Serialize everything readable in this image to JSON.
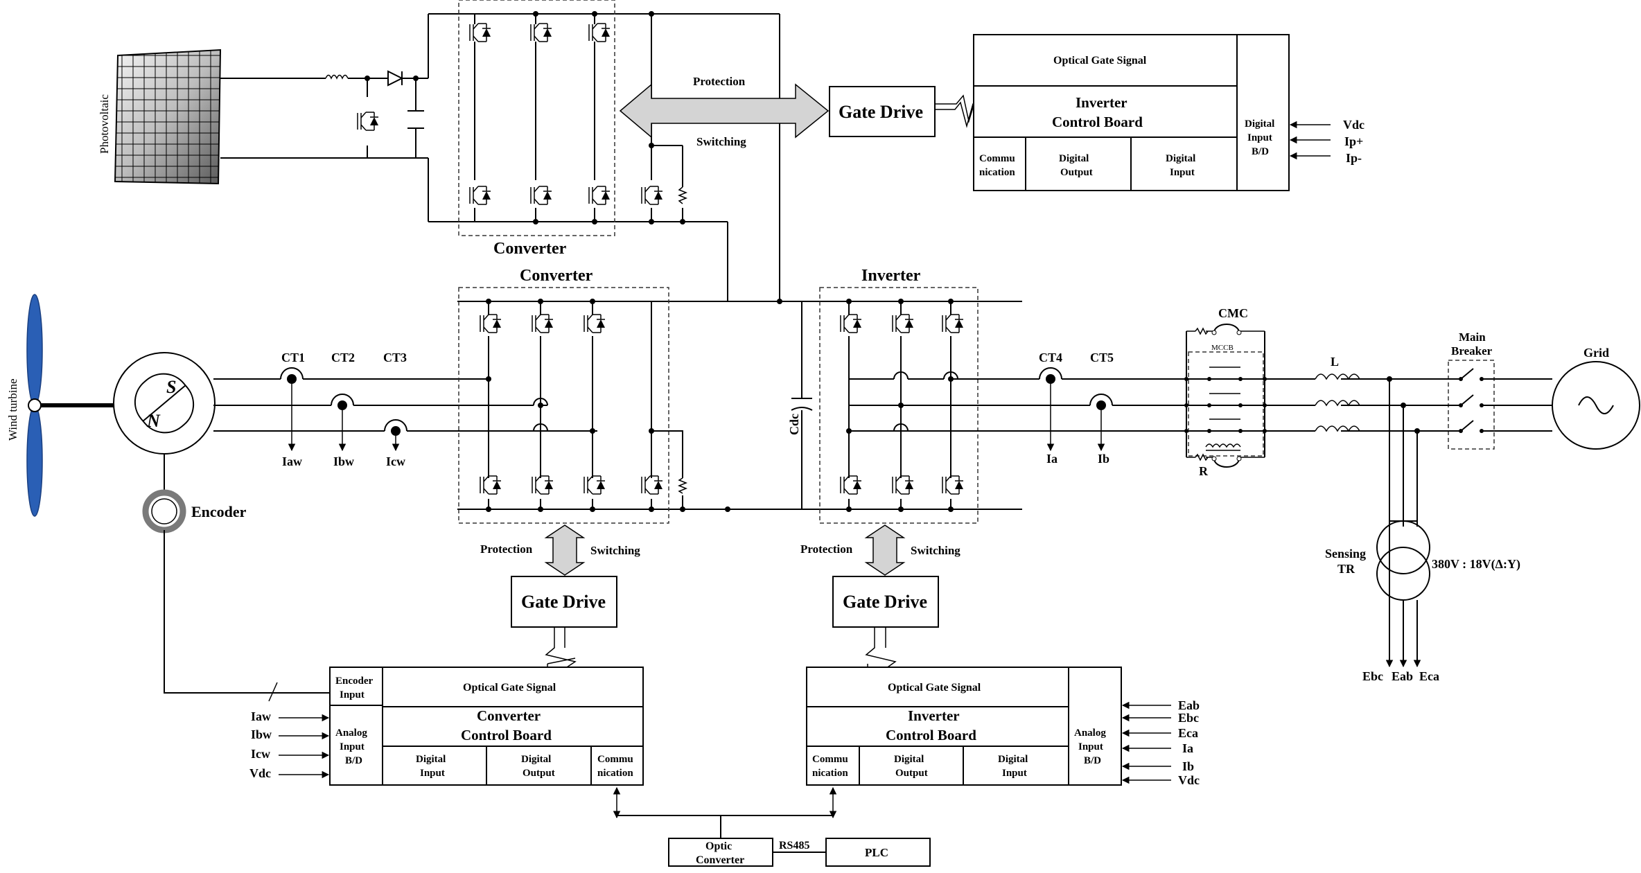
{
  "labels": {
    "photovoltaic": "Photovoltaic",
    "wind_turbine": "Wind turbine",
    "encoder": "Encoder",
    "pole_s": "S",
    "pole_n": "N",
    "pv_converter": "Converter",
    "wind_converter": "Converter",
    "inverter": "Inverter",
    "cdc": "Cdc",
    "grid": "Grid",
    "cmc": "CMC",
    "mccb": "MCCB",
    "r": "R",
    "l": "L",
    "main_breaker_line1": "Main",
    "main_breaker_line2": "Breaker",
    "sensing_tr_line1": "Sensing",
    "sensing_tr_line2": "TR",
    "tr_ratio": "380V : 18V(Δ:Y)",
    "protection": "Protection",
    "switching": "Switching",
    "gate_drive": "Gate Drive",
    "optical_gate_signal": "Optical Gate Signal",
    "inverter_board_line1": "Inverter",
    "converter_board_line1": "Converter",
    "control_board": "Control Board",
    "communication_line1": "Commu",
    "communication_line2": "nication",
    "digital": "Digital",
    "output": "Output",
    "input": "Input",
    "digital_input_bd_line2": "Input",
    "digital_input_bd_line3": "B/D",
    "analog": "Analog",
    "analog_input_line2": "Input",
    "analog_input_line3": "B/D",
    "encoder_input_line1": "Encoder",
    "encoder_input_line2": "Input",
    "optic_converter_line1": "Optic",
    "optic_converter_line2": "Converter",
    "rs485": "RS485",
    "plc": "PLC"
  },
  "current_transformers": [
    "CT1",
    "CT2",
    "CT3",
    "CT4",
    "CT5"
  ],
  "wind_currents": [
    "Iaw",
    "Ibw",
    "Icw"
  ],
  "grid_currents": [
    "Ia",
    "Ib"
  ],
  "pv_inputs": [
    "Vdc",
    "Ip+",
    "Ip-"
  ],
  "converter_board_inputs": [
    "Iaw",
    "Ibw",
    "Icw",
    "Vdc"
  ],
  "inverter_board_inputs": [
    "Eab",
    "Ebc",
    "Eca",
    "Ia",
    "Ib",
    "Vdc"
  ],
  "grid_voltages": [
    "Ebc",
    "Eab",
    "Eca"
  ]
}
